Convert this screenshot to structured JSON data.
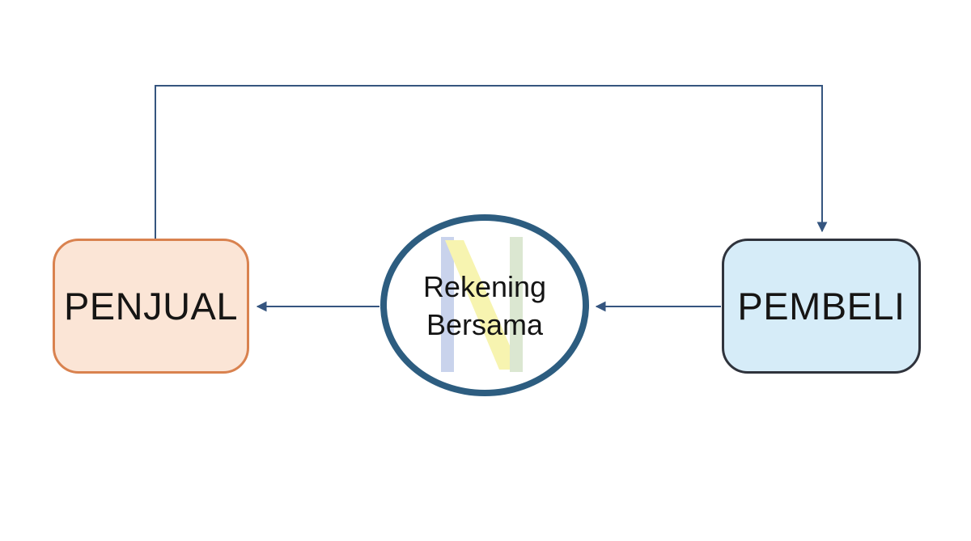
{
  "diagram": {
    "description": "Escrow (joint account) transaction flow diagram",
    "nodes": {
      "penjual": {
        "label": "PENJUAL"
      },
      "pembeli": {
        "label": "PEMBELI"
      },
      "rekening": {
        "line1": "Rekening",
        "line2": "Bersama"
      }
    },
    "edges": [
      {
        "from": "penjual",
        "to": "pembeli",
        "route": "up-over-down"
      },
      {
        "from": "pembeli",
        "to": "rekening",
        "route": "straight-left"
      },
      {
        "from": "rekening",
        "to": "penjual",
        "route": "straight-left"
      }
    ]
  },
  "colors": {
    "penjual-fill": "#fbe5d6",
    "penjual-border": "#d9824f",
    "pembeli-fill": "#d6ecf8",
    "pembeli-border": "#2f333c",
    "circle-border": "#2d5d80",
    "connector": "#35557f",
    "wm-blue": "#c9d3ec",
    "wm-yellow": "#f7f4b0",
    "wm-green": "#dbe7d1"
  }
}
